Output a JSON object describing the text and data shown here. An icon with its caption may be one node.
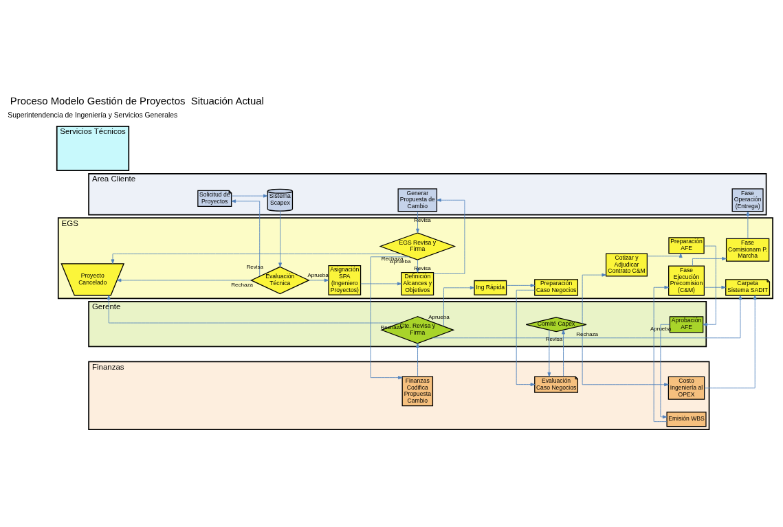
{
  "diagram": {
    "title": "Proceso Modelo Gestión de Proyectos  Situación Actual",
    "nodes": [
      {
        "text": [
          "Area Cliente"
        ]
      },
      {
        "text": [
          "Servicios Técnicos"
        ]
      },
      {
        "text": [
          "Gerente"
        ]
      },
      {
        "text": [
          "Finanzas"
        ]
      },
      {
        "text": [
          "EGS"
        ]
      },
      {
        "text": [
          "Solicitud de Proyectos"
        ],
        "in": 0
      },
      {
        "text": [
          "Sistema Scapex"
        ],
        "in": 0
      },
      {
        "text": [
          "Generar Propuesta de Cambio"
        ],
        "in": 0
      },
      {
        "text": [
          "Fase Operación (Entrega)"
        ],
        "in": 0
      },
      {
        "text": [
          "Gte. Revisa y Firma"
        ],
        "in": 2
      },
      {
        "text": [
          "Comité Capex"
        ],
        "in": 2
      },
      {
        "text": [
          "Aprobación AFE"
        ],
        "in": 2
      },
      {
        "text": [
          "Finanzas Codifica Propuesta Cambio"
        ],
        "in": 3
      },
      {
        "text": [
          "Costo Ingeniería al OPEX"
        ],
        "in": 3
      },
      {
        "text": [
          "Evaluación Caso Negocios"
        ],
        "in": 3
      },
      {
        "text": [
          "Emisión WBS"
        ],
        "in": 3
      },
      {
        "text": [
          "Evaluación Técnica"
        ],
        "in": 4
      },
      {
        "text": [
          "Asignación SPA (Ingeniero Proyectos)"
        ],
        "in": 4
      },
      {
        "text": [
          "Definición Alcances y Objetivos"
        ],
        "in": 4
      },
      {
        "text": [
          "EGS Revisa y Firma"
        ],
        "in": 4
      },
      {
        "text": [
          "Ing Rápida"
        ],
        "in": 4
      },
      {
        "text": [
          "Preparación Caso Negocios"
        ],
        "in": 4
      },
      {
        "text": [
          "Cotizar y Adjudicar Contrato C&M"
        ],
        "in": 4
      },
      {
        "text": [
          "Preparación AFE"
        ],
        "in": 4
      },
      {
        "text": [
          "Fase Ejecución Precomision (C&M)"
        ],
        "in": 4
      },
      {
        "text": [
          "Fase Comisionam P. Marcha"
        ],
        "in": 4
      },
      {
        "text": [
          "Proyecto Cancelado"
        ],
        "in": 4
      },
      {
        "text": [
          "Carpeta Sistema SADIT"
        ],
        "in": 4
      }
    ],
    "edges": [
      {
        "from": 5,
        "to": 6,
        "arrow": "to"
      },
      {
        "from": 6,
        "to": 16,
        "arrow": "to"
      },
      {
        "from": 16,
        "to": 17,
        "arrow": "to",
        "label": "Aprueba"
      },
      {
        "from": 16,
        "to": 5,
        "arrow": "to",
        "label": "Revisa"
      },
      {
        "from": 16,
        "to": 26,
        "arrow": "to",
        "label": "Rechaza"
      },
      {
        "from": 17,
        "to": 18,
        "arrow": "to"
      },
      {
        "from": 18,
        "to": 7,
        "arrow": "to"
      },
      {
        "from": 7,
        "to": 19,
        "arrow": "to",
        "label": "Revisa"
      },
      {
        "from": 19,
        "to": 12,
        "arrow": "to",
        "label": "Aprueba"
      },
      {
        "from": 19,
        "to": 18,
        "arrow": "to",
        "label": "Revisa"
      },
      {
        "from": 19,
        "to": 26,
        "arrow": "to",
        "label": "Rechaza"
      },
      {
        "from": 12,
        "to": 9,
        "arrow": "to"
      },
      {
        "from": 9,
        "to": 26,
        "arrow": "to",
        "label": "Rechaza"
      },
      {
        "from": 9,
        "to": 20,
        "arrow": "to",
        "label": "Aprueba"
      },
      {
        "from": 9,
        "to": 27,
        "arrow": "to"
      },
      {
        "from": 20,
        "to": 21,
        "arrow": "to"
      },
      {
        "from": 21,
        "to": 14,
        "arrow": "to"
      },
      {
        "from": 14,
        "to": 10,
        "arrow": "to"
      },
      {
        "from": 10,
        "to": 13,
        "arrow": "to",
        "label": "Rechaza"
      },
      {
        "from": 10,
        "to": 14,
        "arrow": "to",
        "label": "Revisa"
      },
      {
        "from": 10,
        "to": 22,
        "arrow": "to"
      },
      {
        "from": 13,
        "to": 27,
        "arrow": "to"
      },
      {
        "from": 22,
        "to": 23,
        "arrow": "to"
      },
      {
        "from": 23,
        "to": 11,
        "arrow": "to"
      },
      {
        "from": 11,
        "to": 15,
        "arrow": "to",
        "label": "Aprueba"
      },
      {
        "from": 15,
        "to": 24,
        "arrow": "to"
      },
      {
        "from": 24,
        "to": 25,
        "arrow": "to"
      },
      {
        "from": 24,
        "to": 27,
        "arrow": "to"
      },
      {
        "from": 25,
        "to": 8,
        "arrow": "to"
      }
    ],
    "labels": [
      "Superintendencia de Ingeniería y Servicios Generales"
    ]
  }
}
